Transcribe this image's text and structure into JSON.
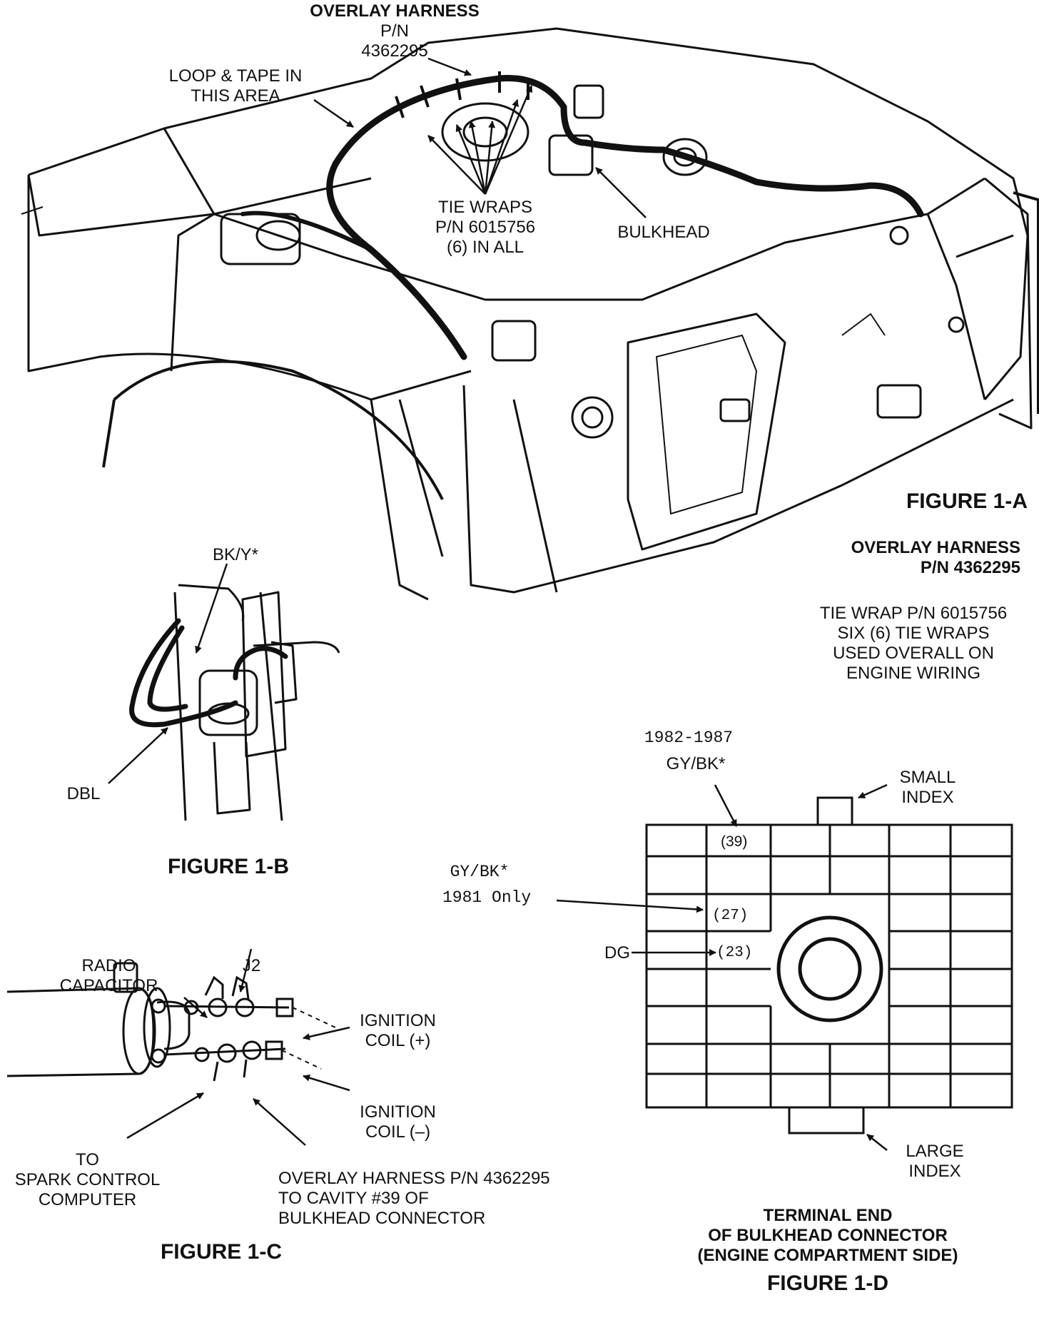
{
  "figure_1a": {
    "callout_overlay_harness": [
      "OVERLAY HARNESS",
      "P/N",
      "4362295"
    ],
    "callout_loop_tape": [
      "LOOP & TAPE IN",
      "THIS AREA"
    ],
    "callout_tie_wraps": [
      "TIE WRAPS",
      "P/N 6015756",
      "(6) IN ALL"
    ],
    "callout_bulkhead": "BULKHEAD",
    "title": "FIGURE 1-A",
    "caption_bold": [
      "OVERLAY HARNESS",
      "P/N 4362295"
    ],
    "caption_note": [
      "TIE WRAP P/N 6015756",
      "SIX (6) TIE WRAPS",
      "USED OVERALL ON",
      "ENGINE WIRING"
    ]
  },
  "figure_1b": {
    "wire_bk_y": "BK/Y*",
    "wire_dbl": "DBL",
    "title": "FIGURE 1-B"
  },
  "figure_1c": {
    "radio_capacitor": [
      "RADIO",
      "CAPACITOR"
    ],
    "j2": "J2",
    "coil_plus": [
      "IGNITION",
      "COIL (+)"
    ],
    "coil_minus": [
      "IGNITION",
      "COIL (–)"
    ],
    "to_spark": [
      "TO",
      "SPARK CONTROL",
      "COMPUTER"
    ],
    "overlay_note": [
      "OVERLAY HARNESS P/N 4362295",
      "TO CAVITY #39 OF",
      "BULKHEAD CONNECTOR"
    ],
    "title": "FIGURE 1-C"
  },
  "figure_1d": {
    "years": "1982-1987",
    "gy_bk_top": "GY/BK*",
    "small_index": [
      "SMALL",
      "INDEX"
    ],
    "gy_bk_1981": "GY/BK*",
    "only_1981": "1981 Only",
    "dg": "DG",
    "cavity_39": "(39)",
    "cavity_27": "(27)",
    "cavity_23": "(23)",
    "large_index": [
      "LARGE",
      "INDEX"
    ],
    "caption": [
      "TERMINAL END",
      "OF BULKHEAD CONNECTOR",
      "(ENGINE COMPARTMENT SIDE)"
    ],
    "title": "FIGURE 1-D"
  }
}
